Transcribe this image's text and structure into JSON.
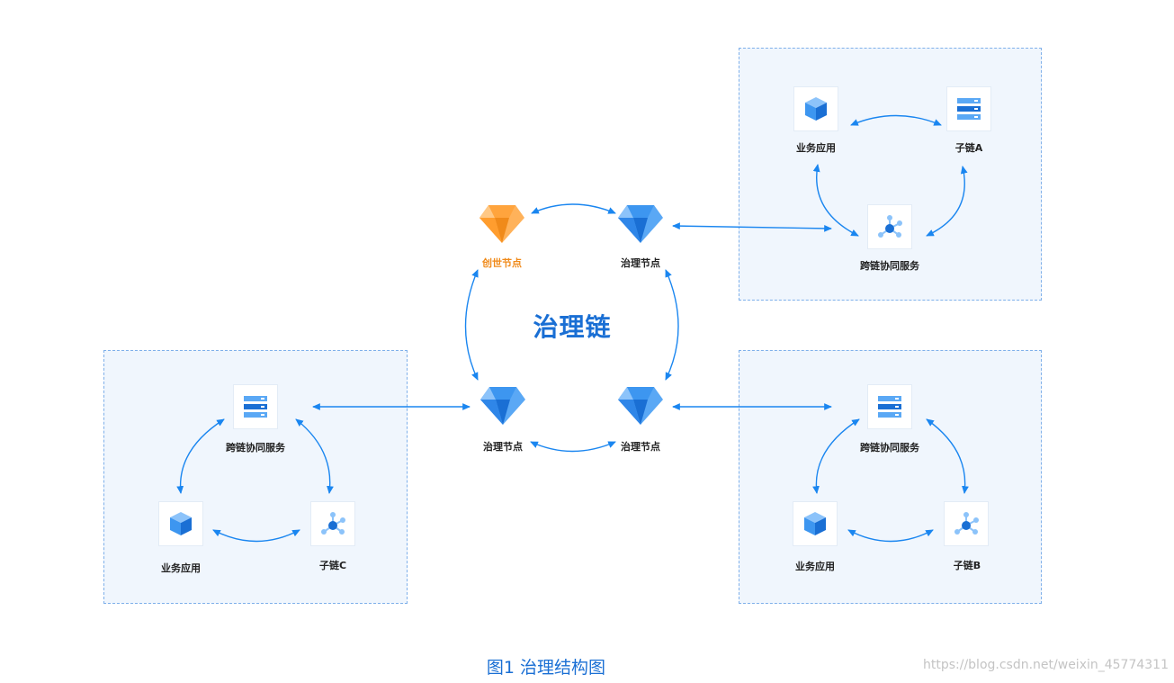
{
  "center_title": "治理链",
  "caption": "图1  治理结构图",
  "watermark": "https://blog.csdn.net/weixin_45774311",
  "nodes": {
    "genesis": "创世节点",
    "gov_tr": "治理节点",
    "gov_bl": "治理节点",
    "gov_br": "治理节点"
  },
  "groups": {
    "a": {
      "app": "业务应用",
      "subchain": "子链A",
      "crosschain": "跨链协同服务"
    },
    "c": {
      "app": "业务应用",
      "subchain": "子链C",
      "crosschain": "跨链协同服务"
    },
    "b": {
      "app": "业务应用",
      "subchain": "子链B",
      "crosschain": "跨链协同服务"
    }
  },
  "colors": {
    "accent": "#1a86f0",
    "genesis": "#f08a1a",
    "box_fill": "#f0f6fd",
    "box_border": "#7fb0ea"
  },
  "icons": {
    "gem": "diamond-icon",
    "app": "cube-icon",
    "subchain_a": "server-stack-icon",
    "crosschain": "network-nodes-icon"
  }
}
